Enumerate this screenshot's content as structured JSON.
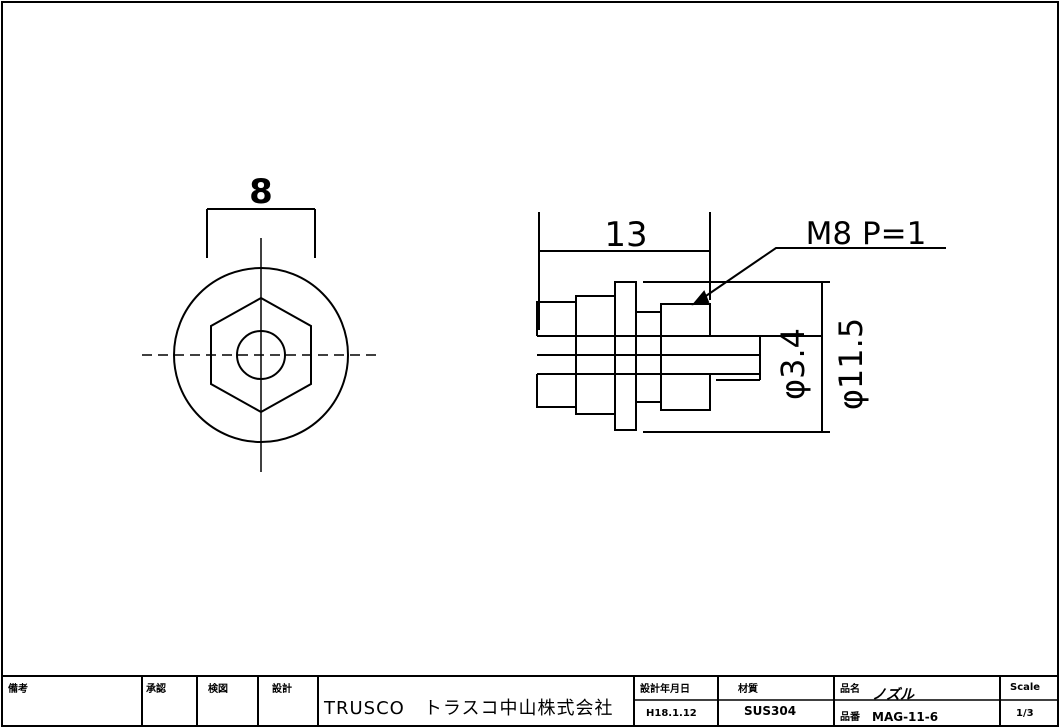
{
  "drawing": {
    "dim_width_across_flats": "8",
    "dim_length": "13",
    "thread_spec": "M8 P=1",
    "dim_bore": "φ3.4",
    "dim_outer": "φ11.5"
  },
  "title_block": {
    "remarks_label": "備考",
    "approved_label": "承認",
    "checked_label": "検図",
    "designed_label": "設計",
    "company": "TRUSCO　トラスコ中山株式会社",
    "design_date_label": "設計年月日",
    "design_date": "H18.1.12",
    "material_label": "材質",
    "material": "SUS304",
    "part_name_label": "品名",
    "part_name": "ノズル",
    "part_number_label": "品番",
    "part_number": "MAG-11-6",
    "scale_label": "Scale",
    "scale": "1/3"
  }
}
